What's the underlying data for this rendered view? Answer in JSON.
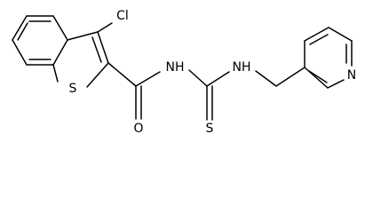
{
  "molecule": {
    "atoms": {
      "cl": "Cl",
      "s_ring": "S",
      "o": "O",
      "nh_amide": "NH",
      "nh_amine": "NH",
      "s_thione": "S",
      "n_pyridine": "N"
    }
  }
}
